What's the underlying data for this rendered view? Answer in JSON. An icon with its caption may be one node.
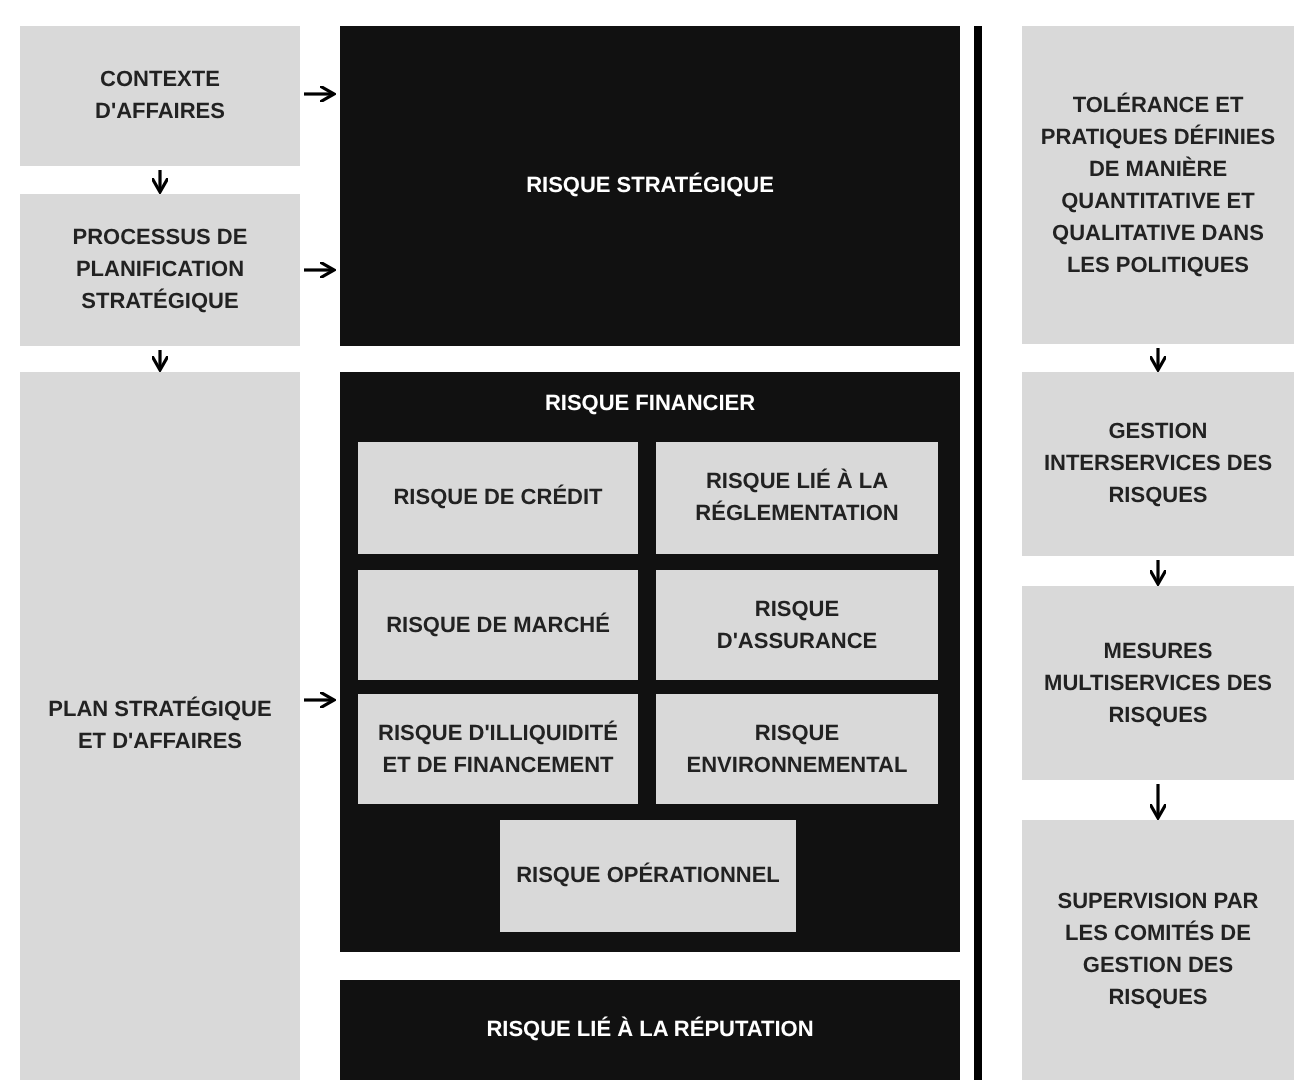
{
  "diagram": {
    "nodes": [
      {
        "text": [
          "CONTEXTE D'AFFAIRES"
        ]
      },
      {
        "text": [
          "PROCESSUS DE PLANIFICATION STRATÉGIQUE"
        ]
      },
      {
        "text": [
          "PLAN STRATÉGIQUE ET D'AFFAIRES"
        ]
      },
      {
        "text": [
          "RISQUE STRATÉGIQUE"
        ]
      },
      {
        "text": [
          "RISQUE FINANCIER"
        ]
      },
      {
        "text": [
          "RISQUE DE CRÉDIT"
        ],
        "in": 4
      },
      {
        "text": [
          "RISQUE LIÉ À LA RÉGLEMENTATION"
        ],
        "in": 4
      },
      {
        "text": [
          "RISQUE DE MARCHÉ"
        ],
        "in": 4
      },
      {
        "text": [
          "RISQUE D'ASSURANCE"
        ],
        "in": 4
      },
      {
        "text": [
          "RISQUE D'ILLIQUIDITÉ ET DE FINANCEMENT"
        ],
        "in": 4
      },
      {
        "text": [
          "RISQUE ENVIRONNEMENTAL"
        ],
        "in": 4
      },
      {
        "text": [
          "RISQUE OPÉRATIONNEL"
        ],
        "in": 4
      },
      {
        "text": [
          "RISQUE LIÉ À LA RÉPUTATION"
        ]
      },
      {
        "text": [
          "TOLÉRANCE ET PRATIQUES DÉFINIES DE MANIÈRE QUANTITATIVE ET QUALITATIVE DANS LES POLITIQUES"
        ]
      },
      {
        "text": [
          "GESTION INTERSERVICES DES RISQUES"
        ]
      },
      {
        "text": [
          "MESURES MULTISERVICES DES RISQUES"
        ]
      },
      {
        "text": [
          "SUPERVISION PAR LES COMITÉS DE GESTION DES RISQUES"
        ]
      }
    ],
    "edges": [
      {
        "from": 0,
        "to": 3,
        "arrow": "to"
      },
      {
        "from": 0,
        "to": 1,
        "arrow": "to"
      },
      {
        "from": 1,
        "to": 3,
        "arrow": "to"
      },
      {
        "from": 1,
        "to": 2,
        "arrow": "to"
      },
      {
        "from": 2,
        "to": 4,
        "arrow": "to"
      },
      {
        "from": 13,
        "to": 14,
        "arrow": "to"
      },
      {
        "from": 14,
        "to": 15,
        "arrow": "to"
      },
      {
        "from": 15,
        "to": 16,
        "arrow": "to"
      }
    ]
  }
}
